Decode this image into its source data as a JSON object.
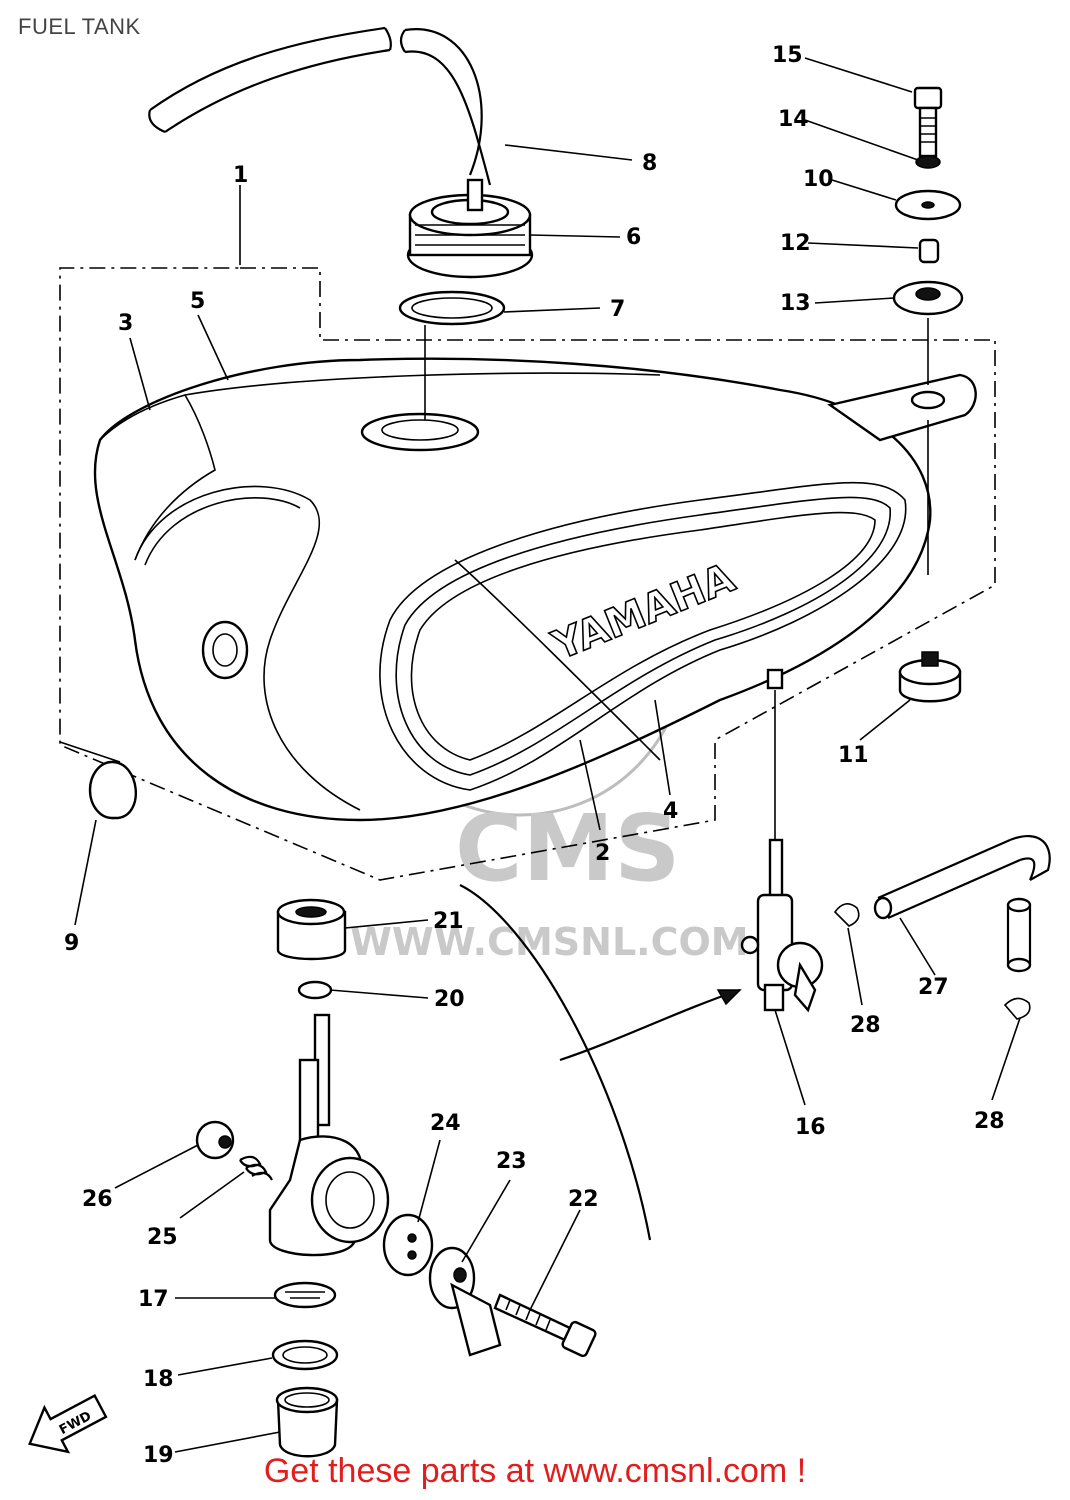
{
  "header": {
    "title": "FUEL TANK"
  },
  "watermark": {
    "logo_text": "CMS",
    "url_text": "WWW.CMSNL.COM"
  },
  "tank": {
    "brand_text": "YAMAHA"
  },
  "fwd_arrow": {
    "label": "FWD"
  },
  "footer": {
    "link_text": "Get these parts at www.cmsnl.com !"
  },
  "callouts": [
    {
      "number": "1",
      "part": "fuel-tank-assembly"
    },
    {
      "number": "2",
      "part": "tank-trim-lower"
    },
    {
      "number": "3",
      "part": "tank-front-panel"
    },
    {
      "number": "4",
      "part": "tank-trim-upper"
    },
    {
      "number": "5",
      "part": "tank-stripe"
    },
    {
      "number": "6",
      "part": "fuel-cap"
    },
    {
      "number": "7",
      "part": "cap-gasket"
    },
    {
      "number": "8",
      "part": "breather-hose"
    },
    {
      "number": "9",
      "part": "side-cap"
    },
    {
      "number": "10",
      "part": "washer"
    },
    {
      "number": "11",
      "part": "damper-front"
    },
    {
      "number": "12",
      "part": "collar"
    },
    {
      "number": "13",
      "part": "damper-rear"
    },
    {
      "number": "14",
      "part": "lock-washer"
    },
    {
      "number": "15",
      "part": "bolt"
    },
    {
      "number": "16",
      "part": "fuel-cock-assembly"
    },
    {
      "number": "17",
      "part": "cock-gasket"
    },
    {
      "number": "18",
      "part": "o-ring"
    },
    {
      "number": "19",
      "part": "fuel-cup"
    },
    {
      "number": "20",
      "part": "washer-small"
    },
    {
      "number": "21",
      "part": "nut"
    },
    {
      "number": "22",
      "part": "screw"
    },
    {
      "number": "23",
      "part": "lever"
    },
    {
      "number": "24",
      "part": "lever-gasket"
    },
    {
      "number": "25",
      "part": "spring"
    },
    {
      "number": "26",
      "part": "plug"
    },
    {
      "number": "27",
      "part": "fuel-pipe"
    },
    {
      "number": "28",
      "part": "clip"
    }
  ]
}
